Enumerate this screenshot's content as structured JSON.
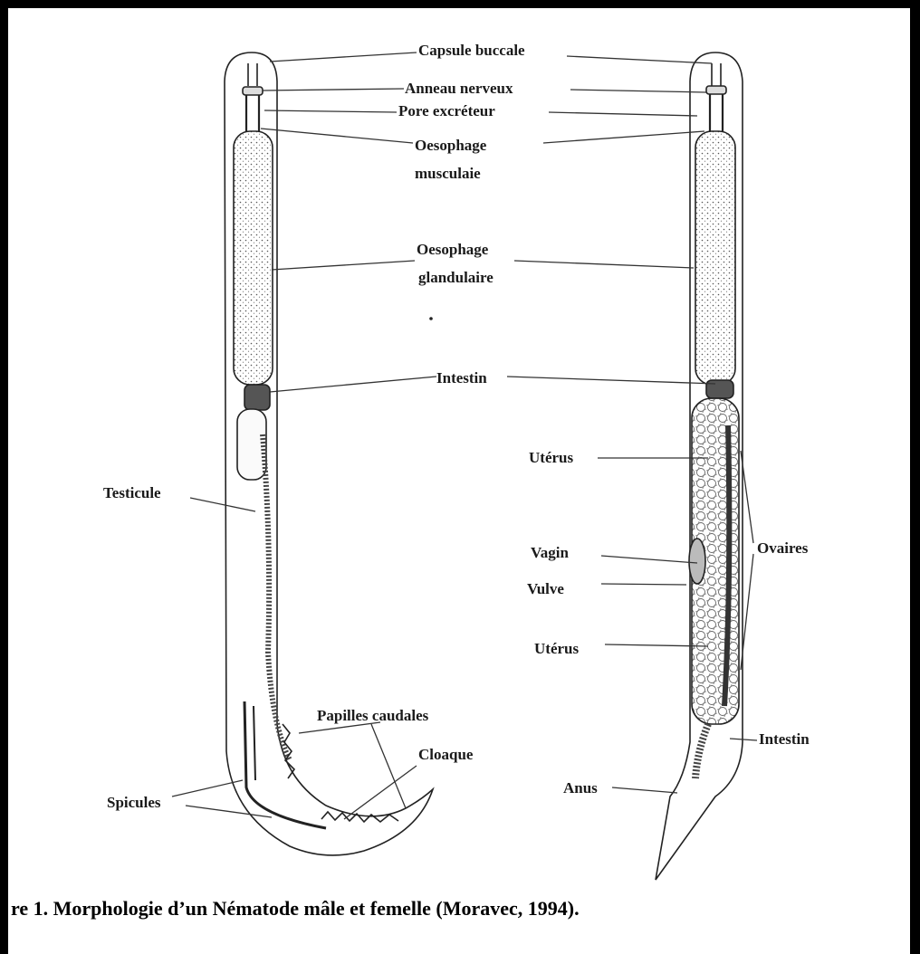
{
  "labels": {
    "capsule_buccale": "Capsule buccale",
    "anneau_nerveux": "Anneau nerveux",
    "pore_excreteur": "Pore excréteur",
    "oesophage_musculaire": "Oesophage",
    "oesophage_musculaire_2": "musculaie",
    "oesophage_glandulaire": "Oesophage",
    "oesophage_glandulaire_2": "glandulaire",
    "intestin_top": "Intestin",
    "testicule": "Testicule",
    "papilles_caudales": "Papilles caudales",
    "cloaque": "Cloaque",
    "spicules": "Spicules",
    "uterus_1": "Utérus",
    "ovaires": "Ovaires",
    "vagin": "Vagin",
    "vulve": "Vulve",
    "uterus_2": "Utérus",
    "intestin_bottom": "Intestin",
    "anus": "Anus"
  },
  "caption": "re 1. Morphologie d’un Nématode mâle et femelle (Moravec, 1994).",
  "colors": {
    "ink": "#1a1a1a",
    "frame": "#000000"
  }
}
